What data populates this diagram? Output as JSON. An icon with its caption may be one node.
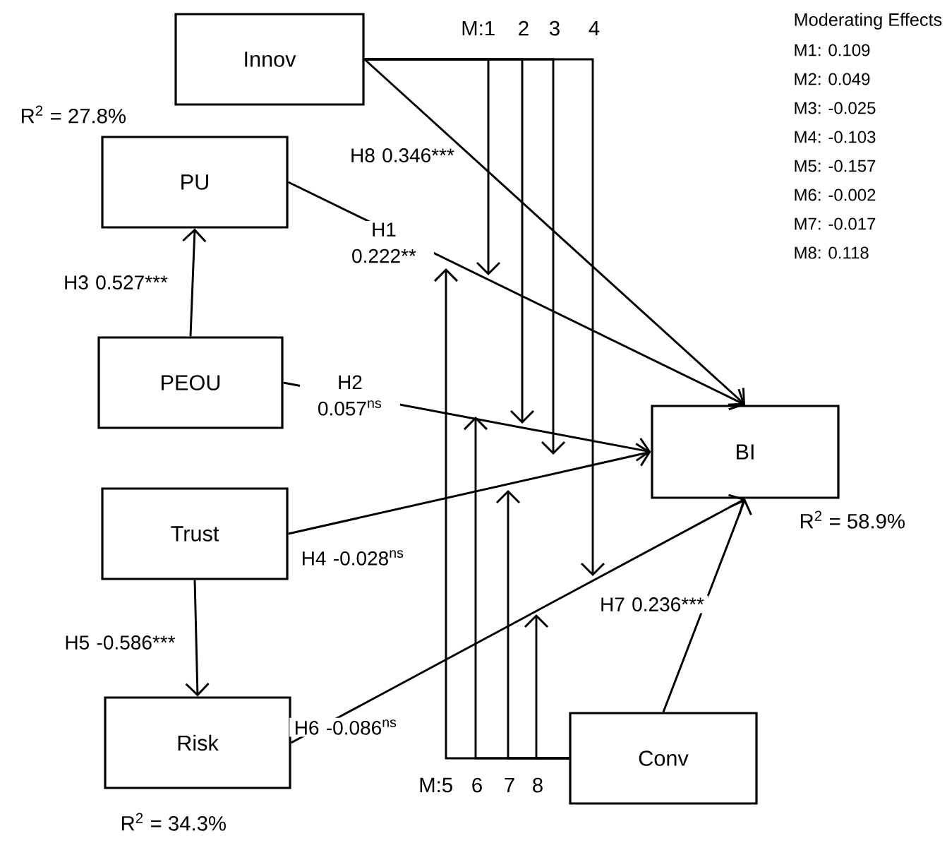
{
  "diagram": {
    "nodes": [
      {
        "text": [
          "Innov"
        ]
      },
      {
        "text": [
          "PU"
        ],
        "beside": [
          "R$^{2}$ = 27.8%"
        ]
      },
      {
        "text": [
          "PEOU"
        ]
      },
      {
        "text": [
          "Trust"
        ]
      },
      {
        "text": [
          "Risk"
        ],
        "beside": [
          "R$^{2}$ = 34.3%"
        ]
      },
      {
        "text": [
          "BI"
        ],
        "beside": [
          "R$^{2}$ = 58.9%"
        ]
      },
      {
        "text": [
          "Conv"
        ]
      }
    ],
    "edges": [
      {
        "from": 0,
        "to": 5,
        "arrow": "to",
        "label": "H8 0.346***"
      },
      {
        "from": 1,
        "to": 5,
        "arrow": "to",
        "label": "H1 0.222**"
      },
      {
        "from": 2,
        "to": 5,
        "arrow": "to",
        "label": "H2 0.057$^{ns}$"
      },
      {
        "from": 2,
        "to": 1,
        "arrow": "to",
        "label": "H3 0.527***"
      },
      {
        "from": 3,
        "to": 5,
        "arrow": "to",
        "label": "H4 -0.028$^{ns}$"
      },
      {
        "from": 3,
        "to": 4,
        "arrow": "to",
        "label": "H5 -0.586***"
      },
      {
        "from": 4,
        "to": 5,
        "arrow": "to",
        "label": "H6 -0.086$^{ns}$"
      },
      {
        "from": 6,
        "to": 5,
        "arrow": "to",
        "label": "H7 0.236***"
      },
      {
        "from": 0,
        "to": null,
        "arrow": "to",
        "label": "M:1"
      },
      {
        "from": 0,
        "to": null,
        "arrow": "to",
        "label": "2"
      },
      {
        "from": 0,
        "to": null,
        "arrow": "to",
        "label": "3"
      },
      {
        "from": 0,
        "to": null,
        "arrow": "to",
        "label": "4"
      },
      {
        "from": 6,
        "to": null,
        "arrow": "to",
        "label": "M:5"
      },
      {
        "from": 6,
        "to": null,
        "arrow": "to",
        "label": "6"
      },
      {
        "from": 6,
        "to": null,
        "arrow": "to",
        "label": "7"
      },
      {
        "from": 6,
        "to": null,
        "arrow": "to",
        "label": "8"
      }
    ],
    "labels": [
      "Moderating Effects",
      "M1: 0.109",
      "M2: 0.049",
      "M3: -0.025",
      "M4: -0.103",
      "M5: -0.157",
      "M6: -0.002",
      "M7: -0.017",
      "M8: 0.118"
    ]
  }
}
